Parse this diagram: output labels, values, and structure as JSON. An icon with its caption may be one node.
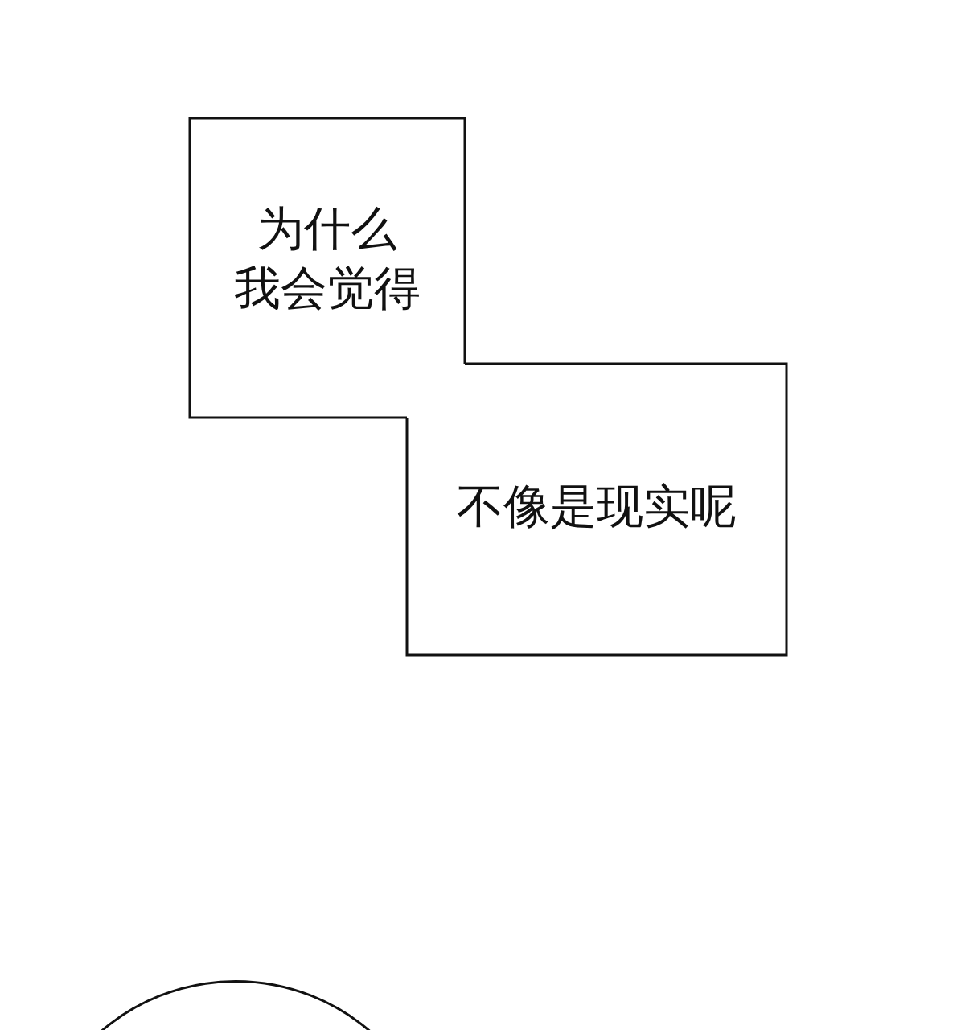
{
  "diagram": {
    "nodes": [
      {
        "text": [
          "为什么我会觉得"
        ]
      },
      {
        "text": [
          "不像是现实呢"
        ]
      },
      {
        "text": [],
        "shape": "circle"
      }
    ]
  }
}
